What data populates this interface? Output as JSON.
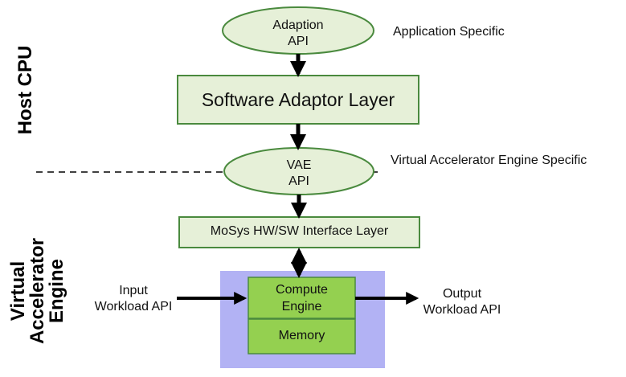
{
  "diagram": {
    "host_cpu_label": "Host CPU",
    "vae_side_label": [
      "Virtual",
      "Accelerator",
      "Engine"
    ],
    "adaption_api": [
      "Adaption",
      "API"
    ],
    "application_specific": "Application Specific",
    "software_adaptor_layer": "Software Adaptor Layer",
    "vae_api": [
      "VAE",
      "API"
    ],
    "vae_specific": "Virtual Accelerator Engine Specific",
    "mosys_interface_layer": "MoSys HW/SW Interface Layer",
    "compute_engine": [
      "Compute",
      "Engine"
    ],
    "memory": "Memory",
    "input_api": [
      "Input",
      "Workload API"
    ],
    "output_api": [
      "Output",
      "Workload API"
    ],
    "colors": {
      "ellipse_fill": "#e6f0d8",
      "box_border": "#4a8a3e",
      "engine_fill": "#94d050",
      "accelerator_bg": "#b2b2f4",
      "arrow": "#000000"
    }
  }
}
